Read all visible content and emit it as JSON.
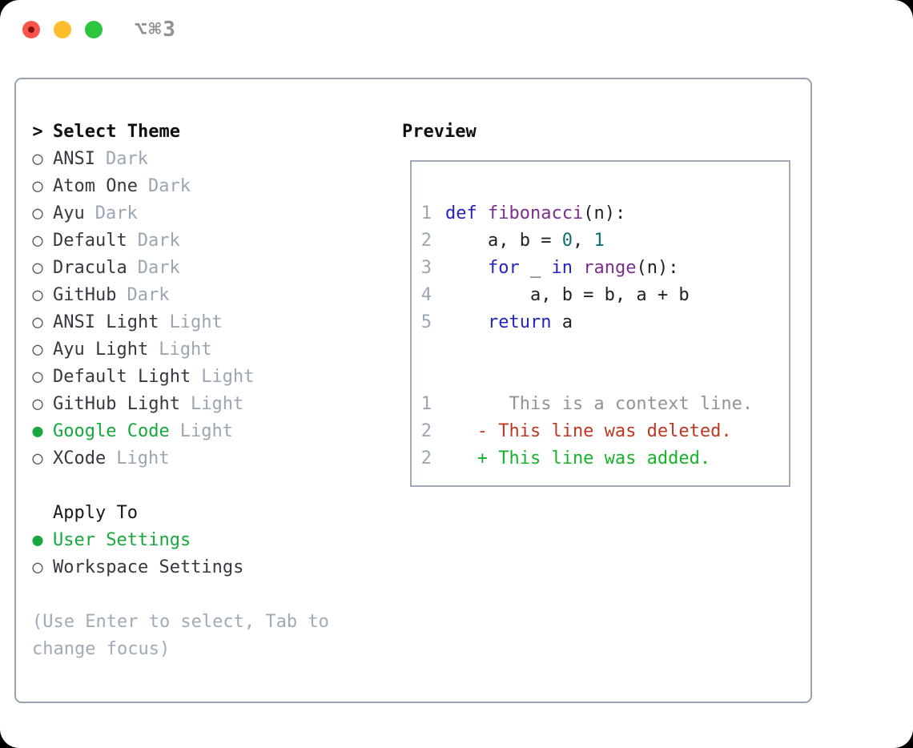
{
  "window": {
    "title": "⌥⌘3",
    "traffic_lights": [
      "close",
      "minimize",
      "zoom"
    ]
  },
  "theme_menu": {
    "header_prefix": ">",
    "header_label": "Select Theme",
    "radio_unselected": "○",
    "radio_selected": "●",
    "items": [
      {
        "name": "ANSI",
        "tag": "Dark",
        "selected": false
      },
      {
        "name": "Atom One",
        "tag": "Dark",
        "selected": false
      },
      {
        "name": "Ayu",
        "tag": "Dark",
        "selected": false
      },
      {
        "name": "Default",
        "tag": "Dark",
        "selected": false
      },
      {
        "name": "Dracula",
        "tag": "Dark",
        "selected": false
      },
      {
        "name": "GitHub",
        "tag": "Dark",
        "selected": false
      },
      {
        "name": "ANSI Light",
        "tag": "Light",
        "selected": false
      },
      {
        "name": "Ayu Light",
        "tag": "Light",
        "selected": false
      },
      {
        "name": "Default Light",
        "tag": "Light",
        "selected": false
      },
      {
        "name": "GitHub Light",
        "tag": "Light",
        "selected": false
      },
      {
        "name": "Google Code",
        "tag": "Light",
        "selected": true
      },
      {
        "name": "XCode",
        "tag": "Light",
        "selected": false
      }
    ]
  },
  "apply_to": {
    "header_label": "Apply To",
    "items": [
      {
        "name": "User Settings",
        "selected": true
      },
      {
        "name": "Workspace Settings",
        "selected": false
      }
    ]
  },
  "help_text": "(Use Enter to select, Tab to change focus)",
  "preview": {
    "label": "Preview",
    "lines": [
      {
        "num": "1",
        "kind": "code",
        "tokens": [
          [
            "def",
            "kw"
          ],
          [
            " ",
            "pl"
          ],
          [
            "fibonacci",
            "fn"
          ],
          [
            "(n):",
            "pl"
          ]
        ]
      },
      {
        "num": "2",
        "kind": "code",
        "tokens": [
          [
            "    a, b = ",
            "pl"
          ],
          [
            "0",
            "num"
          ],
          [
            ", ",
            "pl"
          ],
          [
            "1",
            "num"
          ]
        ]
      },
      {
        "num": "3",
        "kind": "code",
        "tokens": [
          [
            "    ",
            "pl"
          ],
          [
            "for",
            "kw"
          ],
          [
            " _ ",
            "pl"
          ],
          [
            "in",
            "kw"
          ],
          [
            " ",
            "pl"
          ],
          [
            "range",
            "fn"
          ],
          [
            "(n):",
            "pl"
          ]
        ]
      },
      {
        "num": "4",
        "kind": "code",
        "tokens": [
          [
            "        a, b = b, a + b",
            "pl"
          ]
        ]
      },
      {
        "num": "5",
        "kind": "code",
        "tokens": [
          [
            "    ",
            "pl"
          ],
          [
            "return",
            "kw"
          ],
          [
            " a",
            "pl"
          ]
        ]
      },
      {
        "num": "",
        "kind": "blank",
        "tokens": []
      },
      {
        "num": "",
        "kind": "blank",
        "tokens": []
      },
      {
        "num": "1",
        "kind": "diff-context",
        "tokens": [
          [
            "      This is a context line.",
            "ctx"
          ]
        ]
      },
      {
        "num": "2",
        "kind": "diff-deleted",
        "tokens": [
          [
            "   - This line was deleted.",
            "del"
          ]
        ]
      },
      {
        "num": "2",
        "kind": "diff-added",
        "tokens": [
          [
            "   + This line was added.",
            "add"
          ]
        ]
      }
    ]
  },
  "colors": {
    "selected_green": "#17a83d",
    "added_green": "#17b32a",
    "deleted_red": "#c0371f",
    "keyword_blue": "#2422c0",
    "function_purple": "#7b2d90",
    "number_teal": "#0e6f6f",
    "muted_gray": "#9aa6b3",
    "text_dark": "#343a41",
    "panel_border": "#99a3ad",
    "traffic_red": "#fb5449",
    "traffic_yellow": "#fcbd2f",
    "traffic_green": "#2dc440"
  }
}
